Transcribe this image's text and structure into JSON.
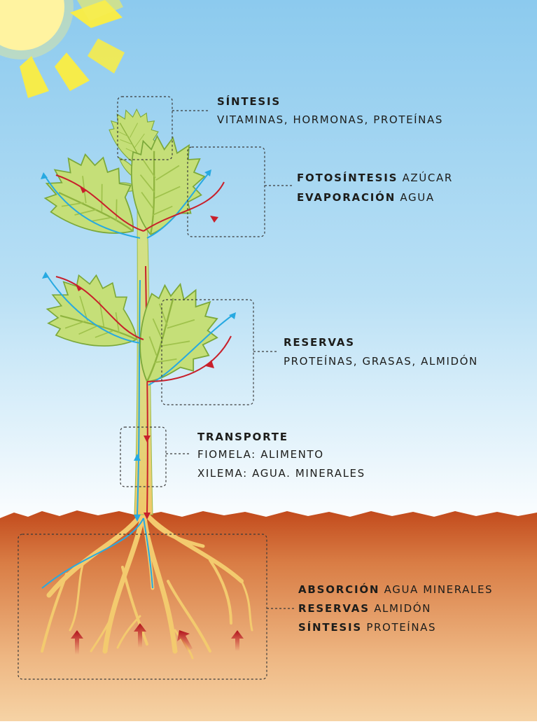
{
  "labels": {
    "sintesis_top": {
      "title": "SÍNTESIS",
      "line1": "VITAMINAS, HORMONAS, PROTEÍNAS"
    },
    "fotosintesis": {
      "title": "FOTOSÍNTESIS",
      "detail": "AZÚCAR"
    },
    "evaporacion": {
      "title": "EVAPORACIÓN",
      "detail": "AGUA"
    },
    "reservas_mid": {
      "title": "RESERVAS",
      "line1": "PROTEÍNAS, GRASAS, ALMIDÓN"
    },
    "transporte": {
      "title": "TRANSPORTE",
      "line1": "FIOMELA: ALIMENTO",
      "line2": "XILEMA: AGUA. MINERALES"
    },
    "absorcion": {
      "title": "ABSORCIÓN",
      "detail": "AGUA MINERALES"
    },
    "reservas_root": {
      "title": "RESERVAS",
      "detail": "ALMIDÓN"
    },
    "sintesis_root": {
      "title": "SÍNTESIS",
      "detail": "PROTEÍNAS"
    }
  },
  "colors": {
    "sky_top": "#8ec9ec",
    "sky_bottom": "#ffffff",
    "soil_top": "#c9511f",
    "soil_bottom": "#f3cfa0",
    "leaf": "#c6e07a",
    "leaf_dark": "#6d9a2a",
    "stem": "#cfe08a",
    "root": "#f2c970",
    "xylem": "#27a9e1",
    "phloem": "#c8202b",
    "sun": "#fff06a"
  },
  "icons": [
    "sun-icon",
    "plant-illustration",
    "root-system",
    "absorption-arrow-icon"
  ]
}
